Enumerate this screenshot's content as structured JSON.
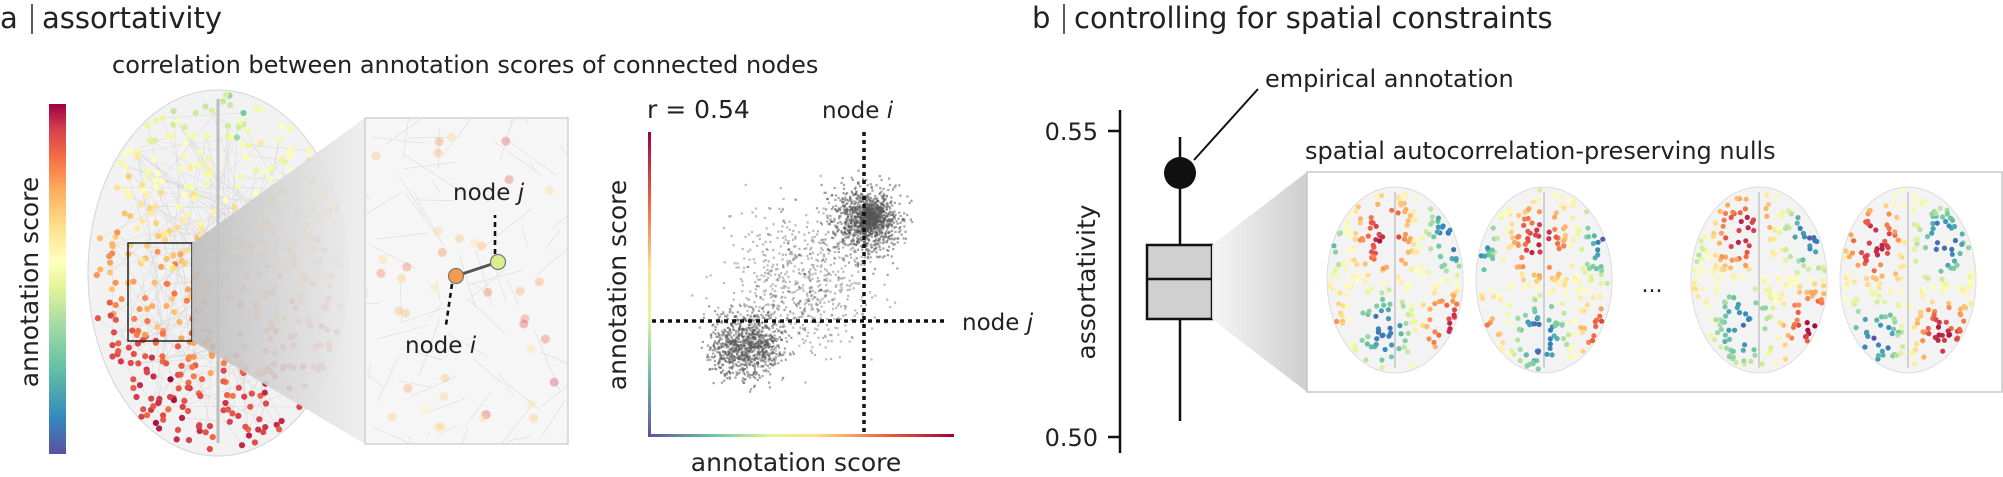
{
  "panel_a": {
    "letter": "a",
    "title": "assortativity",
    "subtitle": "correlation between annotation scores of connected nodes",
    "colorbar_label": "annotation score",
    "zoom": {
      "node_j_prefix": "node ",
      "node_j_var": "j",
      "node_i_prefix": "node ",
      "node_i_var": "i"
    },
    "scatter": {
      "r_label": "r = 0.54",
      "node_i_prefix": "node ",
      "node_i_var": "i",
      "node_j_prefix": "node ",
      "node_j_var": "j",
      "xlabel": "annotation score",
      "ylabel": "annotation score"
    }
  },
  "panel_b": {
    "letter": "b",
    "title": "controlling for spatial constraints",
    "ylabel": "assortativity",
    "ticks": {
      "top": "0.55",
      "bottom": "0.50"
    },
    "empirical_label": "empirical annotation",
    "nulls_label": "spatial autocorrelation-preserving nulls",
    "ellipsis": "..."
  },
  "colors": {
    "spectral": [
      "#5e4fa2",
      "#3288bd",
      "#66c2a5",
      "#abdda4",
      "#e6f598",
      "#ffffbf",
      "#fee08b",
      "#fdae61",
      "#f46d43",
      "#d53e4f",
      "#9e0142"
    ],
    "scatter_points": "#555555",
    "box_fill": "#d0d0d0"
  }
}
